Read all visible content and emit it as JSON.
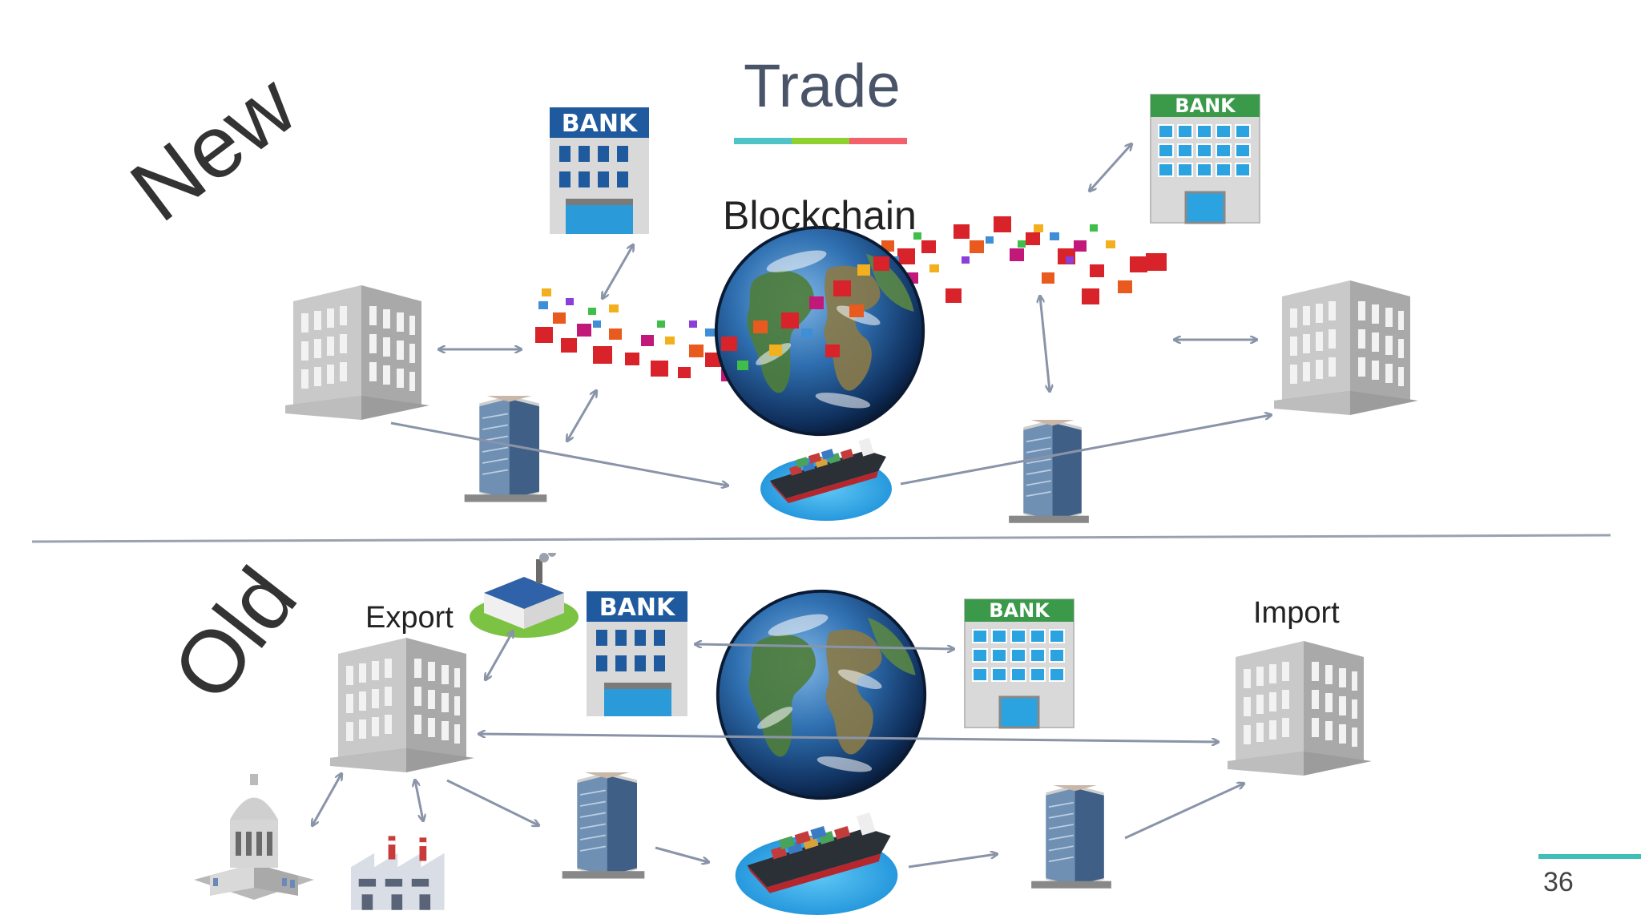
{
  "slide": {
    "title": "Trade",
    "underline_colors": [
      "#4fc3c7",
      "#8fd12e",
      "#f2616b"
    ],
    "sections": {
      "new": {
        "label": "New",
        "center_label": "Blockchain"
      },
      "old": {
        "label": "Old",
        "export_label": "Export",
        "import_label": "Import"
      }
    },
    "page_number": "36",
    "icons": {
      "bank_left_new": {
        "sign": "BANK",
        "color": "#1f5a9e"
      },
      "bank_right_new": {
        "sign": "BANK",
        "color": "#3a9a4a"
      },
      "bank_left_old": {
        "sign": "BANK",
        "color": "#1f5a9e"
      },
      "bank_right_old": {
        "sign": "BANK",
        "color": "#3a9a4a"
      }
    },
    "colors": {
      "arrow": "#8a94a8",
      "divider": "#9aa2b0",
      "accent": "#3fbfb8"
    }
  }
}
